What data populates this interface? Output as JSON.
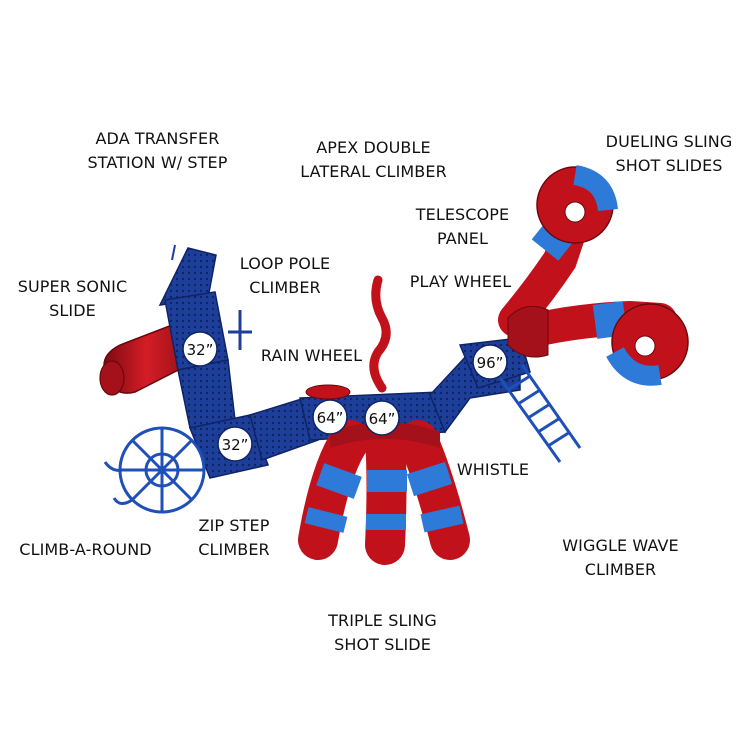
{
  "colors": {
    "red": "#c1121c",
    "red_dark": "#7d0a10",
    "blue": "#1f64c8",
    "blue_light": "#3a8ee8",
    "deck_blue": "#1d3f9a",
    "deck_dark": "#0f2466",
    "text": "#111111"
  },
  "labels": {
    "ada_transfer": {
      "line1": "ADA TRANSFER",
      "line2": "STATION W/ STEP"
    },
    "apex_climber": {
      "line1": "APEX DOUBLE",
      "line2": "LATERAL CLIMBER"
    },
    "dueling_slides": {
      "line1": "DUELING SLING",
      "line2": "SHOT SLIDES"
    },
    "telescope_panel": {
      "line1": "TELESCOPE",
      "line2": "PANEL"
    },
    "play_wheel": {
      "line1": "PLAY WHEEL"
    },
    "loop_pole": {
      "line1": "LOOP POLE",
      "line2": "CLIMBER"
    },
    "super_sonic": {
      "line1": "SUPER SONIC",
      "line2": "SLIDE"
    },
    "rain_wheel": {
      "line1": "RAIN WHEEL"
    },
    "whistle": {
      "line1": "WHISTLE"
    },
    "climb_a_round": {
      "line1": "CLIMB-A-ROUND"
    },
    "zip_step": {
      "line1": "ZIP STEP",
      "line2": "CLIMBER"
    },
    "wiggle_wave": {
      "line1": "WIGGLE WAVE",
      "line2": "CLIMBER"
    },
    "triple_sling": {
      "line1": "TRIPLE SLING",
      "line2": "SHOT SLIDE"
    }
  },
  "deck_heights": {
    "deck_a": "32”",
    "deck_b": "32”",
    "deck_c": "64”",
    "deck_d": "64”",
    "deck_e": "96”"
  }
}
